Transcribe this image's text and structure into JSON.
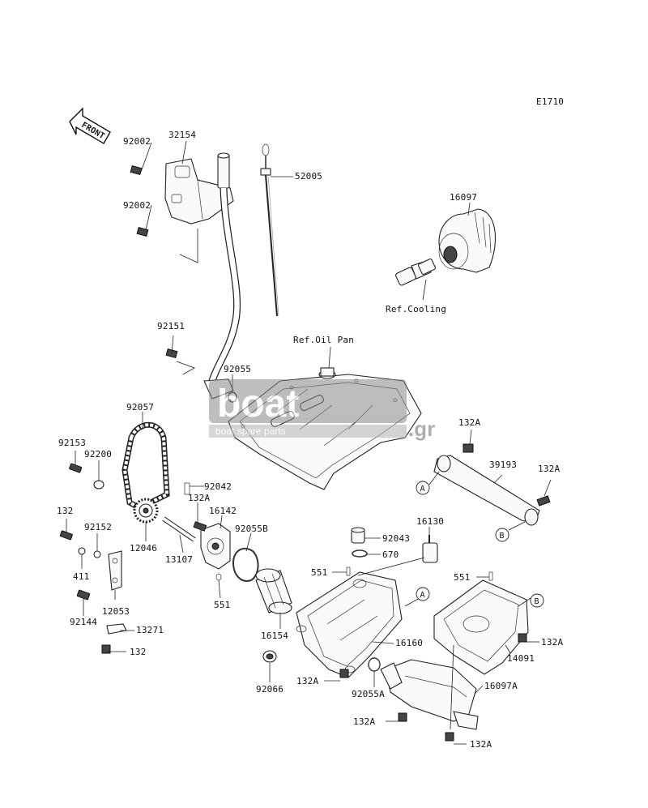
{
  "diagram_code": "E1710",
  "front_label": "FRONT",
  "references": {
    "oil_pan": "Ref.Oil Pan",
    "cooling": "Ref.Cooling"
  },
  "watermark": {
    "main": "boat",
    "suffix": ".gr",
    "sub": "boat spare parts"
  },
  "callouts": {
    "A1": "A",
    "B1": "B",
    "A2": "A",
    "A3": "A",
    "B2": "B"
  },
  "parts": [
    "92002",
    "32154",
    "92002",
    "52005",
    "16097",
    "92151",
    "92055",
    "92057",
    "92153",
    "92200",
    "92042",
    "132A",
    "132",
    "92152",
    "16142",
    "92055B",
    "12046",
    "13107",
    "411",
    "12053",
    "551",
    "92144",
    "13271",
    "132",
    "16154",
    "92066",
    "92043",
    "670",
    "16130",
    "551",
    "16160",
    "132A",
    "92055A",
    "132A",
    "39193",
    "132A",
    "551",
    "14091",
    "132A",
    "16097A",
    "132A",
    "132A"
  ]
}
